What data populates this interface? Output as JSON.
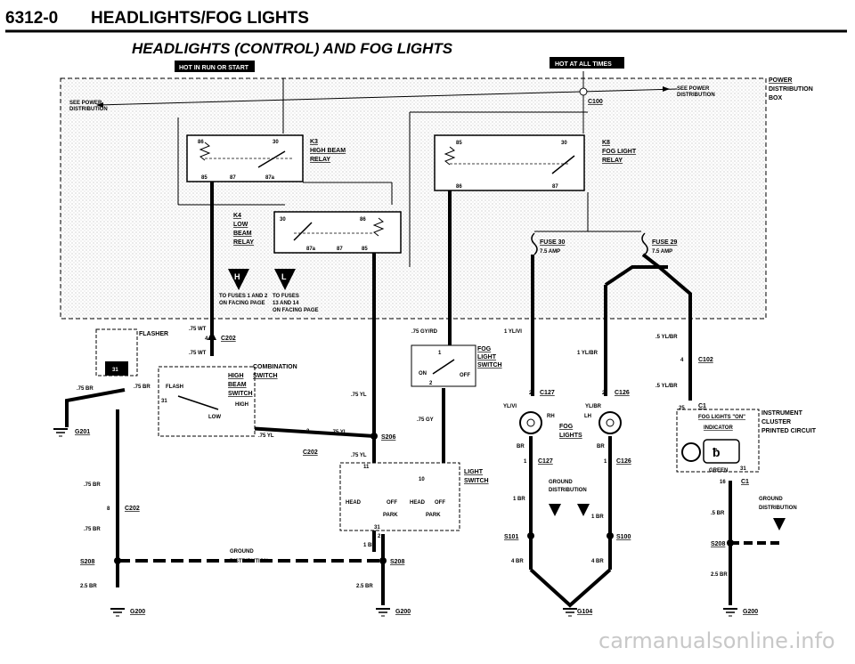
{
  "header": {
    "page_code": "6312-0",
    "page_title": "HEADLIGHTS/FOG LIGHTS",
    "diagram_title": "HEADLIGHTS (CONTROL) AND FOG LIGHTS"
  },
  "badges": {
    "hot_run_start": "HOT IN RUN OR START",
    "hot_all_times": "HOT AT ALL TIMES"
  },
  "power_box": {
    "power": "POWER",
    "distribution": "DISTRIBUTION",
    "box": "BOX",
    "see_power_right_1": "SEE POWER",
    "see_power_right_2": "DISTRIBUTION",
    "see_power_left_1": "SEE POWER",
    "see_power_left_2": "DISTRIBUTION",
    "c100": "C100"
  },
  "relays": {
    "k3": {
      "id": "K3",
      "name1": "HIGH BEAM",
      "name2": "RELAY",
      "p86": "86",
      "p30": "30",
      "p85": "85",
      "p87": "87",
      "p87a": "87a"
    },
    "k8": {
      "id": "K8",
      "name1": "FOG LIGHT",
      "name2": "RELAY",
      "p85": "85",
      "p30": "30",
      "p86": "86",
      "p87": "87"
    },
    "k4": {
      "id": "K4",
      "name1": "LOW",
      "name2": "BEAM",
      "name3": "RELAY",
      "p30": "30",
      "p86": "86",
      "p87a": "87a",
      "p87": "87",
      "p85": "85"
    }
  },
  "fuses": {
    "f30": {
      "name": "FUSE 30",
      "amp": "7.5 AMP"
    },
    "f29": {
      "name": "FUSE 29",
      "amp": "7.5 AMP"
    }
  },
  "refs": {
    "h": "H",
    "l": "L",
    "h_text_1": "TO FUSES 1 AND 2",
    "h_text_2": "ON FACING PAGE",
    "l_text_1": "TO FUSES",
    "l_text_2": "13 AND 14",
    "l_text_3": "ON FACING PAGE"
  },
  "components": {
    "flasher": "FLASHER",
    "flasher_pin": "31",
    "combo_1": "COMBINATION",
    "combo_2": "SWITCH",
    "high_beam_1": "HIGH",
    "high_beam_2": "BEAM",
    "high_beam_3": "SWITCH",
    "flash": "FLASH",
    "high": "HIGH",
    "low": "LOW",
    "pin31": "31",
    "fog_switch_1": "FOG",
    "fog_switch_2": "LIGHT",
    "fog_switch_3": "SWITCH",
    "on": "ON",
    "off": "OFF",
    "fs_pin1": "1",
    "fs_pin2": "2",
    "light_switch_1": "LIGHT",
    "light_switch_2": "SWITCH",
    "head": "HEAD",
    "park": "PARK",
    "off_l": "OFF",
    "head2": "HEAD",
    "off2": "OFF",
    "park2": "PARK",
    "fog_lights_1": "FOG",
    "fog_lights_2": "LIGHTS",
    "rh": "RH",
    "lh": "LH",
    "ic_1": "INSTRUMENT",
    "ic_2": "CLUSTER",
    "ic_3": "PRINTED CIRCUIT",
    "fog_on_1": "FOG LIGHTS \"ON\"",
    "fog_on_2": "INDICATOR",
    "green": "GREEN"
  },
  "wires": {
    "w75wt_a": ".75 WT",
    "w75wt_b": ".75 WT",
    "w75gyrd": ".75 GY/RD",
    "w1ylvi": "1 YL/VI",
    "w5ylbr_a": ".5 YL/BR",
    "w5ylbr_b": ".5 YL/BR",
    "w1ylbr": "1 YL/BR",
    "w75br_a": ".75 BR",
    "w75br_b": ".75 BR",
    "w75yl_a": ".75 YL",
    "w75yl_b": ".75 YL",
    "w75yl_c": ".75 YL",
    "w75yl_d": ".75 YL",
    "w75gy": ".75 GY",
    "ylvi": "YL/VI",
    "ylbr": "YL/BR",
    "br_a": "BR",
    "br_b": "BR",
    "w1br_a": "1 BR",
    "w1br_b": "1 BR",
    "w1br_c": "1 BR",
    "w4br_a": "4 BR",
    "w4br_b": "4 BR",
    "w5br": ".5 BR",
    "w25br_a": "2.5 BR",
    "w25br_b": "2.5 BR",
    "w25br_c": "2.5 BR",
    "w75br_c": ".75 BR",
    "w75br_d": ".75 BR"
  },
  "connectors": {
    "c202_top": "C202",
    "c202_pin": "4",
    "c202_mid": "C202",
    "c202_mid_pin": "3",
    "c202_left": "C202",
    "c202_left_pin": "8",
    "c102": "C102",
    "c102_pin": "4",
    "c127_a": "C127",
    "c127_a_pin": "2",
    "c126_a": "C126",
    "c126_a_pin": "2",
    "c127_b": "C127",
    "c127_b_pin": "1",
    "c126_b": "C126",
    "c126_b_pin": "1",
    "c1_a": "C1",
    "c1_a_pin": "25",
    "c1_b": "C1",
    "c1_b_pin": "16",
    "s206": "S206",
    "s208_a": "S208",
    "s208_b": "S208",
    "s208_c": "S208",
    "s101": "S101",
    "s100": "S100",
    "g201": "G201",
    "g200_a": "G200",
    "g200_b": "G200",
    "g200_c": "G200",
    "g104": "G104",
    "ls_pin11": "11",
    "ls_pin10": "10",
    "ls_pin31": "31",
    "ls_pin2": "2",
    "ic_pin31": "31"
  },
  "ground_dist": {
    "center_1": "GROUND",
    "center_2": "DISTRIBUTION",
    "left_1": "GROUND",
    "left_2": "DISTRIBUTION",
    "right_1": "GROUND",
    "right_2": "DISTRIBUTION"
  },
  "watermark": "carmanualsonline.info"
}
